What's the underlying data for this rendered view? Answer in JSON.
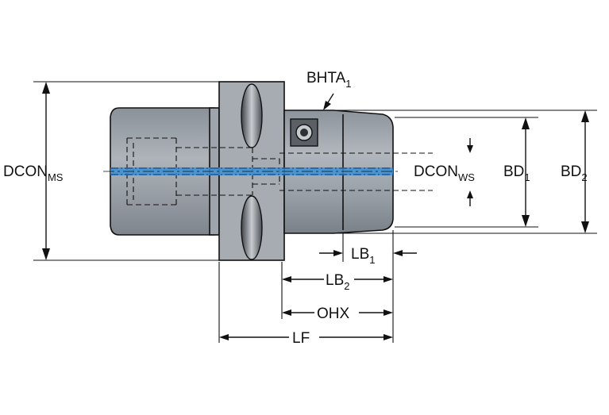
{
  "labels": {
    "dcon_ms": {
      "base": "DCON",
      "sub": "MS"
    },
    "dcon_ws": {
      "base": "DCON",
      "sub": "WS"
    },
    "bd1": {
      "base": "BD",
      "sub": "1"
    },
    "bd2": {
      "base": "BD",
      "sub": "2"
    },
    "bhta1": {
      "base": "BHTA",
      "sub": "1"
    },
    "lb1": {
      "base": "LB",
      "sub": "1"
    },
    "lb2": {
      "base": "LB",
      "sub": "2"
    },
    "ohx": {
      "base": "OHX"
    },
    "lf": {
      "base": "LF"
    }
  },
  "colors": {
    "body": "#9aa0a8",
    "body_dark": "#7c828a",
    "flange": "#a3a9b1",
    "coolant": "#3a8fd6",
    "line": "#111111"
  },
  "icons": [
    "screw-icon",
    "drive-slot-icon"
  ]
}
